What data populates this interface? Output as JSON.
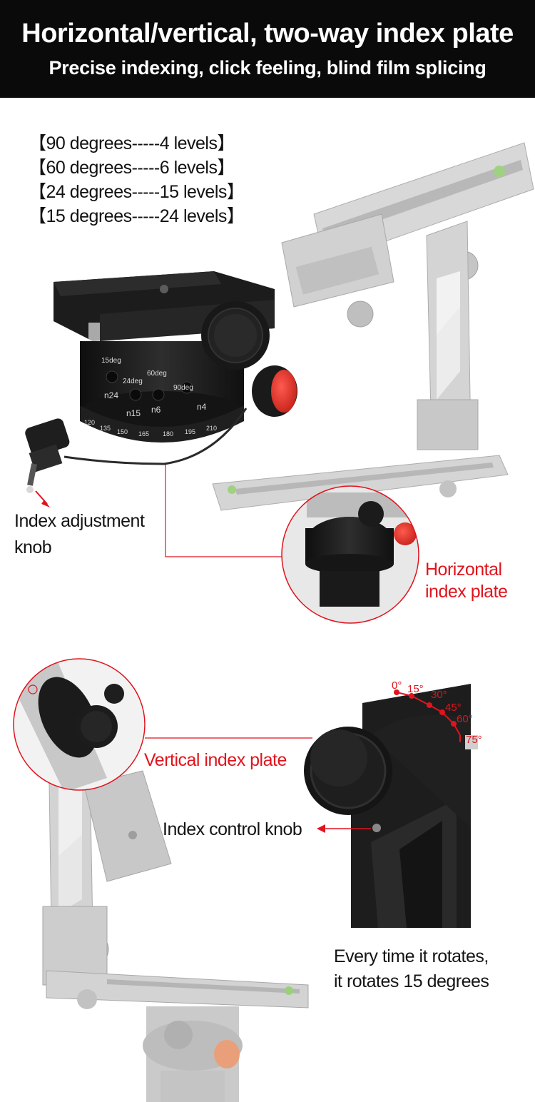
{
  "header": {
    "title": "Horizontal/vertical, two-way index plate",
    "subtitle": "Precise indexing, click feeling, blind film splicing"
  },
  "levels": [
    "【90 degrees-----4 levels】",
    "【60 degrees-----6 levels】",
    "【24 degrees-----15 levels】",
    "【15 degrees-----24 levels】"
  ],
  "labels": {
    "index_adjustment_knob_line1": "Index adjustment",
    "index_adjustment_knob_line2": "knob",
    "horizontal_index_plate_line1": "Horizontal",
    "horizontal_index_plate_line2": "index plate",
    "vertical_index_plate": "Vertical index plate",
    "index_control_knob": "Index control knob",
    "rotation_note_line1": "Every time it rotates,",
    "rotation_note_line2": "it rotates 15 degrees"
  },
  "base_markings": {
    "slots": [
      "15deg",
      "24deg",
      "60deg",
      "90deg",
      "n24",
      "n15",
      "n6",
      "n4"
    ],
    "scale": [
      "120",
      "135",
      "150",
      "165",
      "180",
      "195",
      "210"
    ]
  },
  "vertical_angles": [
    "0°",
    "15°",
    "30°",
    "45°",
    "60°",
    "75°"
  ],
  "colors": {
    "accent_red": "#e0141e",
    "header_bg": "#0a0a0a",
    "product_dark": "#1e1e1e",
    "product_faded": "#c9c9c9"
  }
}
